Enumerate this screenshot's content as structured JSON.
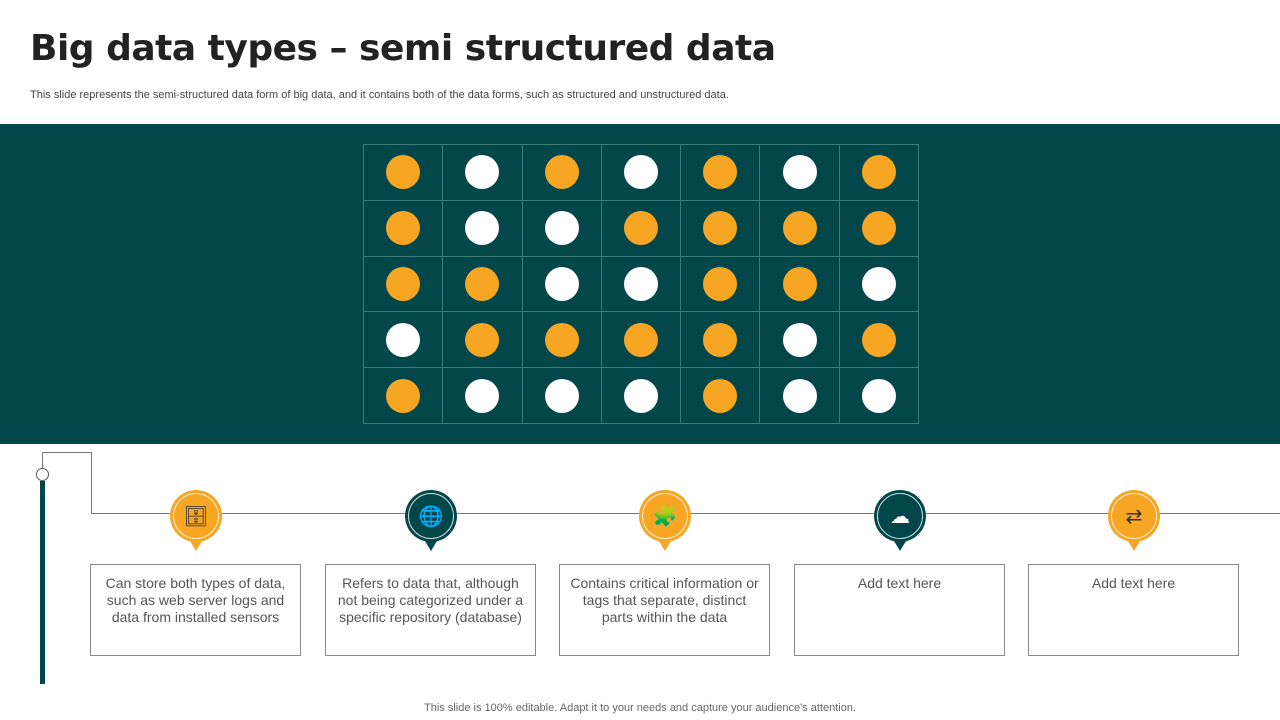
{
  "title": "Big data types – semi structured data",
  "subtitle": "This slide represents the semi-structured data form of big data, and it contains both of the data forms, such as structured and unstructured data.",
  "colors": {
    "teal": "#03474B",
    "orange": "#F6A623",
    "white": "#FFFFFF"
  },
  "grid": [
    [
      "orange",
      "white",
      "orange",
      "white",
      "orange",
      "white",
      "orange"
    ],
    [
      "orange",
      "white",
      "white",
      "orange",
      "orange",
      "orange",
      "orange"
    ],
    [
      "orange",
      "orange",
      "white",
      "white",
      "orange",
      "orange",
      "white"
    ],
    [
      "white",
      "orange",
      "orange",
      "orange",
      "orange",
      "white",
      "orange"
    ],
    [
      "orange",
      "white",
      "white",
      "white",
      "orange",
      "white",
      "white"
    ]
  ],
  "steps": [
    {
      "icon": "database-server-icon",
      "color": "orange",
      "text": "Can store both types of data, such as web server logs and data from installed sensors"
    },
    {
      "icon": "globe-network-icon",
      "color": "teal",
      "text": "Refers to data that, although not being categorized under a specific repository (database)"
    },
    {
      "icon": "head-puzzle-icon",
      "color": "orange",
      "text": "Contains critical information or tags that separate, distinct parts within the data"
    },
    {
      "icon": "cloud-server-icon",
      "color": "teal",
      "text": "Add text here"
    },
    {
      "icon": "data-transfer-icon",
      "color": "orange",
      "text": "Add text here"
    }
  ],
  "footer": "This slide is 100% editable. Adapt it to your needs and capture your audience's attention."
}
